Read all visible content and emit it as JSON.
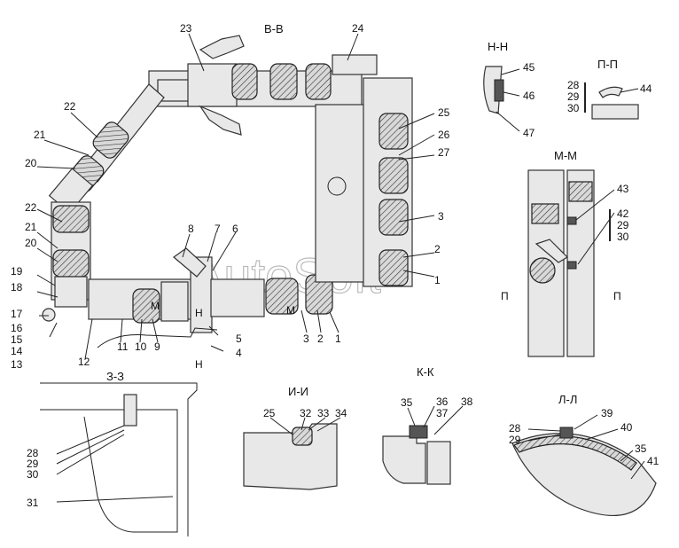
{
  "sections": {
    "vv": "В-В",
    "nn": "Н-Н",
    "pp": "П-П",
    "mm": "М-М",
    "zz": "З-З",
    "ii": "И-И",
    "kk": "К-К",
    "ll": "Л-Л"
  },
  "cut_marks": {
    "m_left": "М",
    "m_right": "М",
    "n_up": "Н",
    "n_down": "Н",
    "p_left": "П",
    "p_right": "П"
  },
  "watermark": "AutoSoft",
  "labels_main": [
    "23",
    "24",
    "22",
    "21",
    "20",
    "22",
    "21",
    "20",
    "19",
    "18",
    "17",
    "16",
    "15",
    "14",
    "13",
    "12",
    "11",
    "10",
    "9",
    "8",
    "7",
    "6",
    "5",
    "4",
    "3",
    "2",
    "1",
    "25",
    "26",
    "27",
    "3",
    "2",
    "1"
  ],
  "labels_nn": [
    "45",
    "46",
    "47"
  ],
  "labels_pp": [
    "28",
    "29",
    "30",
    "44"
  ],
  "labels_mm": [
    "43",
    "42",
    "29",
    "30"
  ],
  "labels_zz": [
    "28",
    "29",
    "30",
    "31"
  ],
  "labels_ii": [
    "25",
    "32",
    "33",
    "34"
  ],
  "labels_kk": [
    "35",
    "36",
    "37",
    "38"
  ],
  "labels_ll": [
    "28",
    "29",
    "39",
    "40",
    "35",
    "41"
  ]
}
